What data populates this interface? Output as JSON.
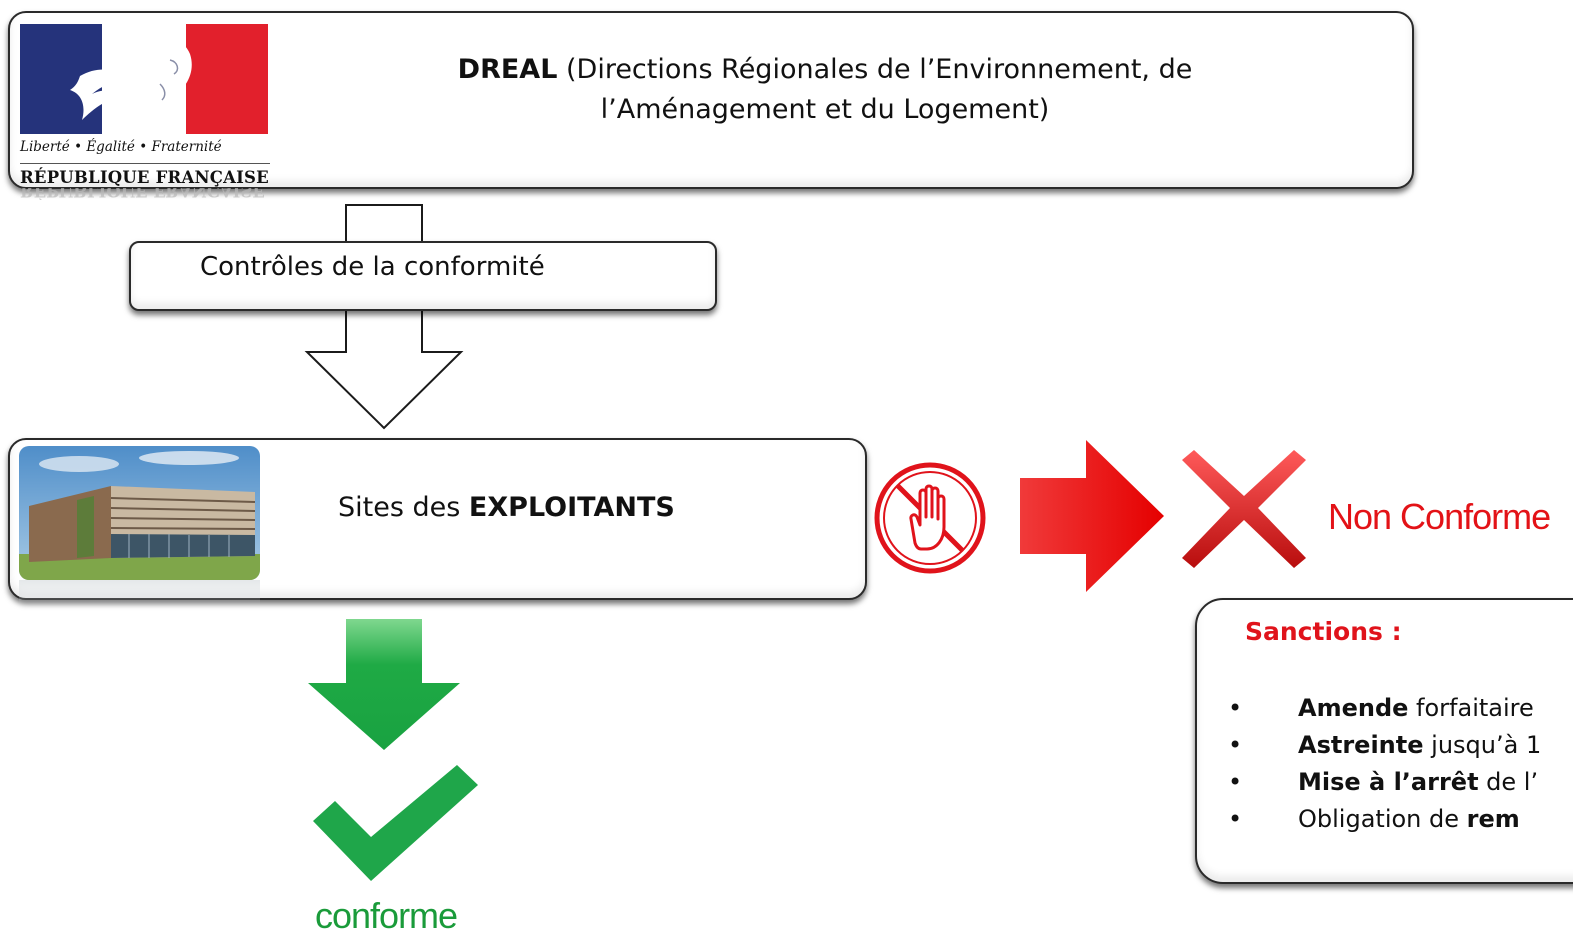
{
  "dreal": {
    "abbr": "DREAL",
    "line1": " (Directions Régionales de l’Environnement, de",
    "line2": "l’Aménagement et du Logement)"
  },
  "logo": {
    "motto": "Liberté • Égalité • Fraternité",
    "name": "RÉPUBLIQUE FRANÇAISE",
    "colors": {
      "blue": "#25337b",
      "white": "#ffffff",
      "red": "#e2202c"
    }
  },
  "controle": {
    "label": "Contrôles de la conformité"
  },
  "sites": {
    "prefix": "Sites des ",
    "bold": "EXPLOITANTS"
  },
  "non_conforme": {
    "label": "Non Conforme",
    "color": "#e31217"
  },
  "conforme": {
    "label": "conforme",
    "color": "#1a9b3a"
  },
  "sanctions": {
    "title": "Sanctions :",
    "title_color": "#e0131b",
    "bullet": "•",
    "items": [
      {
        "bold": "Amende",
        "rest": " forfaitaire"
      },
      {
        "bold": "Astreinte",
        "rest": " jusqu’à 1"
      },
      {
        "bold": "Mise à l’arrêt",
        "rest": " de l’"
      },
      {
        "pre": "Obligation de ",
        "bold": "rem"
      }
    ]
  },
  "icons": {
    "stop": "stop-hand-prohibited-icon",
    "red_arrow": "red-arrow-right-icon",
    "red_cross": "red-x-cross-icon",
    "green_arrow": "green-arrow-down-icon",
    "green_check": "green-checkmark-icon",
    "hollow_arrow": "hollow-arrow-down-icon"
  }
}
